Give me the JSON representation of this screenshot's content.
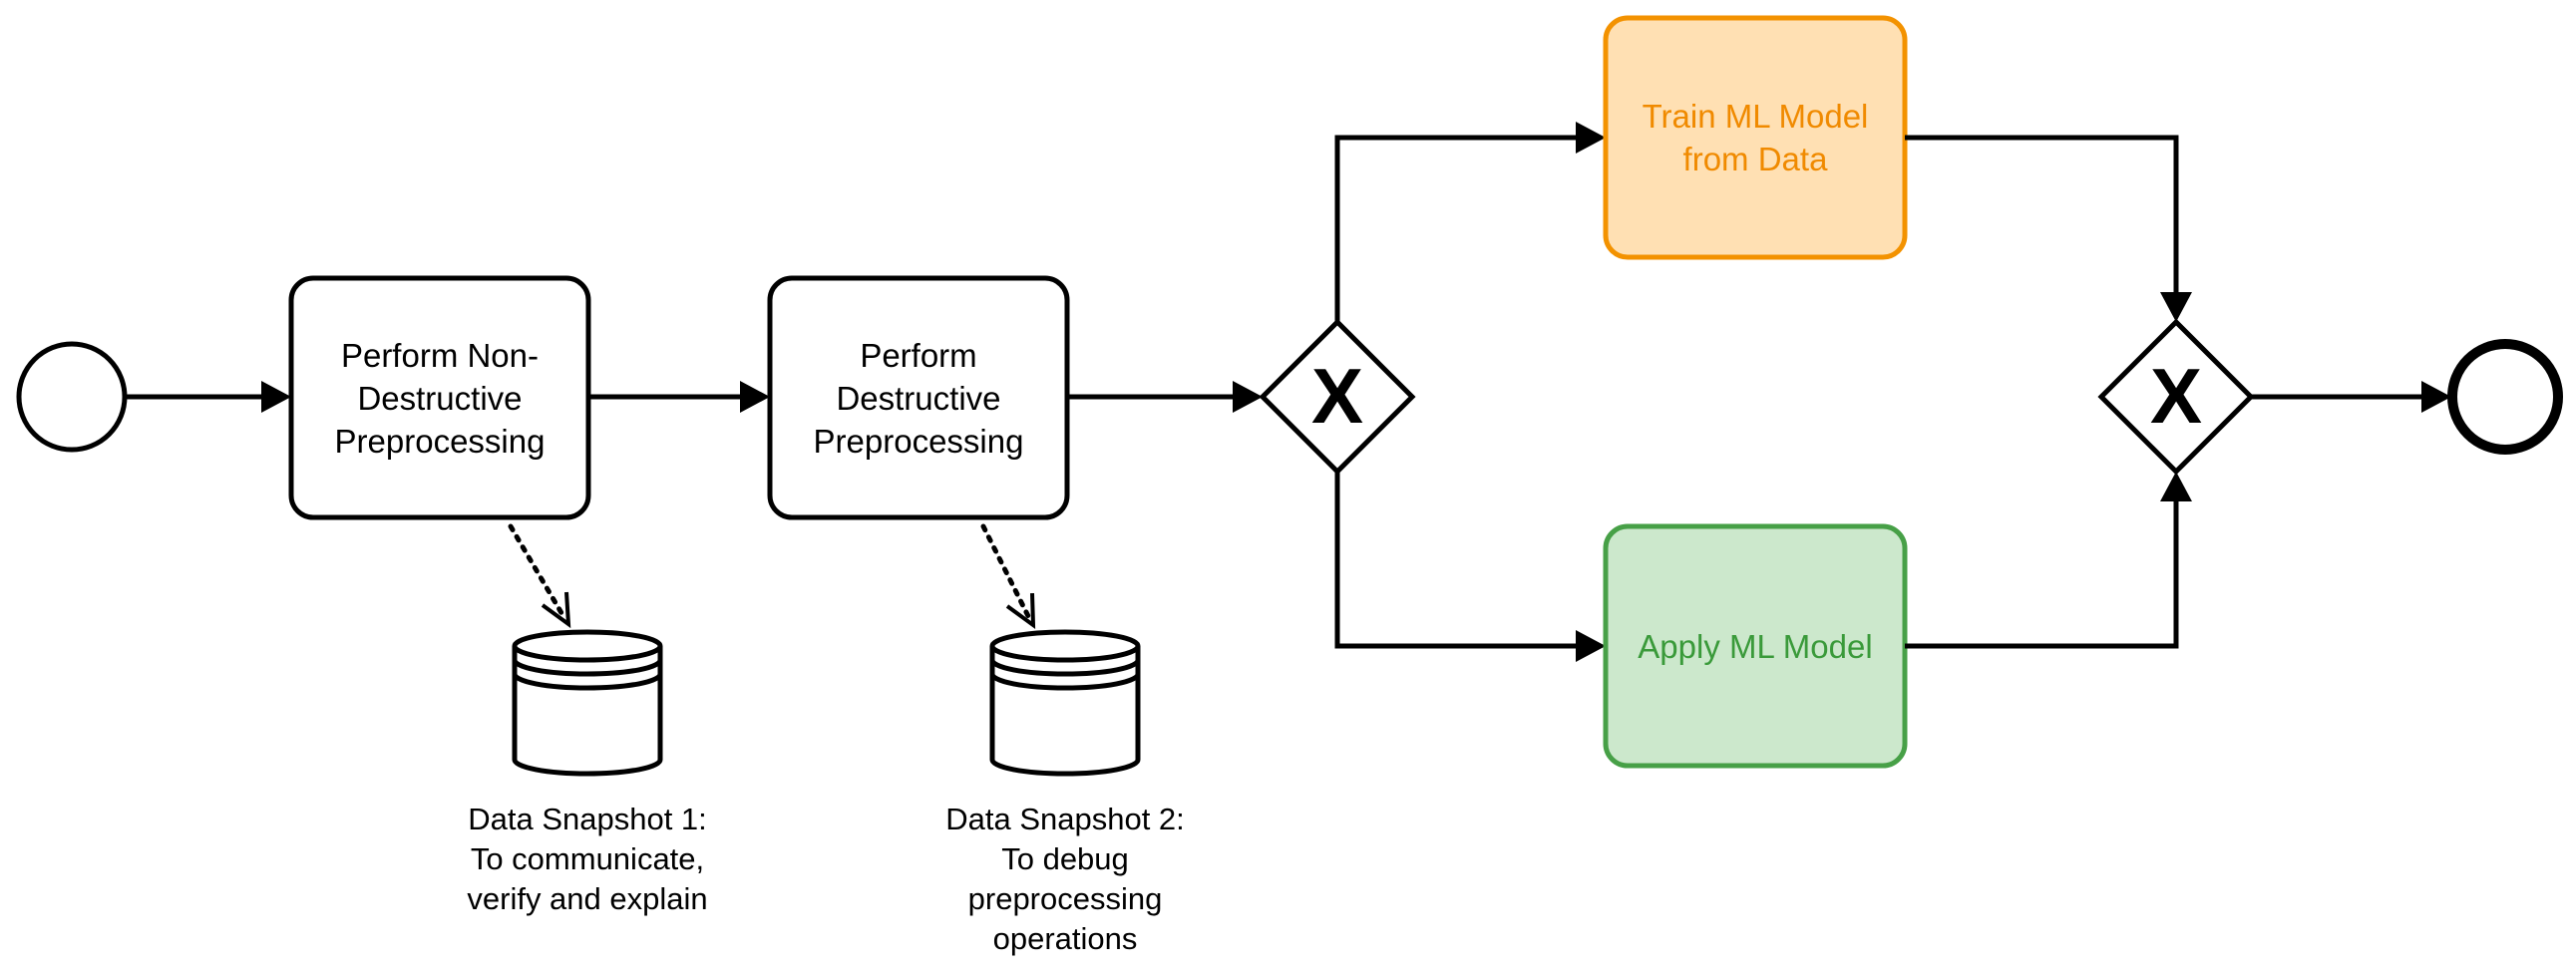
{
  "tasks": {
    "nondestructive": {
      "lines": [
        "Perform Non-",
        "Destructive",
        "Preprocessing"
      ]
    },
    "destructive": {
      "lines": [
        "Perform",
        "Destructive",
        "Preprocessing"
      ]
    },
    "train": {
      "lines": [
        "Train ML Model",
        "from Data"
      ],
      "text_color": "#F08A00",
      "fill": "#FFE0B3",
      "stroke": "#F39200"
    },
    "apply": {
      "lines": [
        "Apply ML Model"
      ],
      "text_color": "#3A9A3A",
      "fill": "#CCE8CC",
      "stroke": "#47A047"
    }
  },
  "data_stores": {
    "snapshot1": {
      "lines": [
        "Data Snapshot 1:",
        "To communicate,",
        "verify and explain"
      ]
    },
    "snapshot2": {
      "lines": [
        "Data Snapshot 2:",
        "To debug",
        "preprocessing",
        "operations"
      ]
    }
  },
  "gateways": {
    "split": {
      "symbol": "X"
    },
    "merge": {
      "symbol": "X"
    }
  },
  "events": {
    "start": {
      "icon": "start-event-circle"
    },
    "end": {
      "icon": "end-event-circle"
    }
  }
}
